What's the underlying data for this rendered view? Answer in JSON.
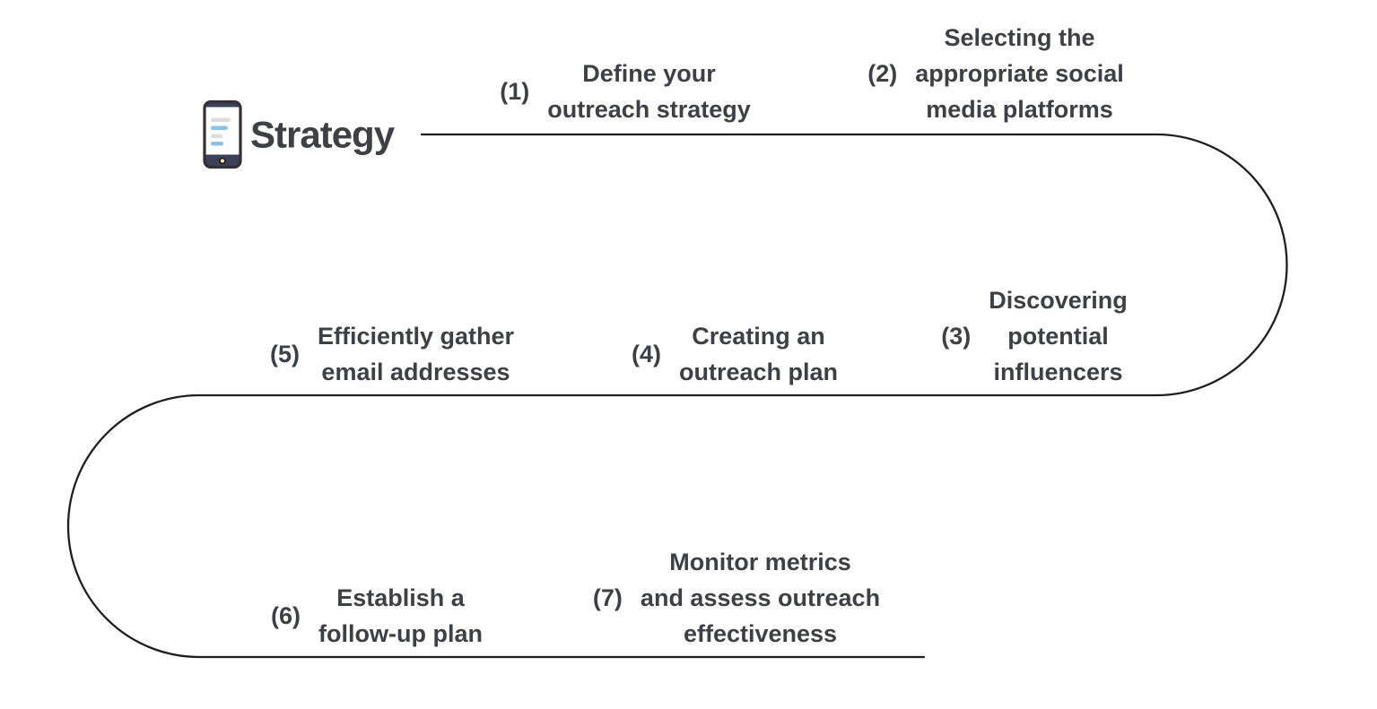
{
  "diagram": {
    "title": "Strategy",
    "title_icon": "smartphone-notes-icon",
    "flow_shape": "serpentine-s-curve",
    "colors": {
      "text": "#3f4043",
      "line": "#1f1f1f",
      "background": "#ffffff",
      "icon_border": "#362f35",
      "icon_bezel": "#3c4157",
      "icon_line_blue": "#8ac3ea",
      "icon_line_gray": "#dcdcdc",
      "icon_home_button": "#efe0ac"
    },
    "steps": [
      {
        "num": "(1)",
        "label": "Define your\noutreach strategy"
      },
      {
        "num": "(2)",
        "label": "Selecting the\nappropriate social\nmedia platforms"
      },
      {
        "num": "(3)",
        "label": "Discovering\npotential\ninfluencers"
      },
      {
        "num": "(4)",
        "label": "Creating an\noutreach plan"
      },
      {
        "num": "(5)",
        "label": "Efficiently gather\nemail addresses"
      },
      {
        "num": "(6)",
        "label": "Establish a\nfollow-up plan"
      },
      {
        "num": "(7)",
        "label": "Monitor metrics\nand assess outreach\neffectiveness"
      }
    ]
  }
}
